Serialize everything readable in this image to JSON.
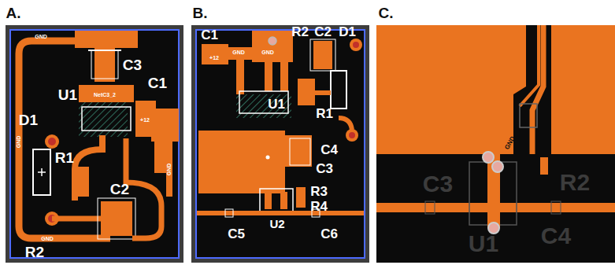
{
  "diagram": {
    "labels": [
      "A.",
      "B.",
      "C.",
      "C3",
      "U1",
      "C1",
      "D1",
      "R1",
      "C2",
      "R2",
      "GND",
      "GND",
      "GND",
      "+12",
      "NetC3_2",
      "GND",
      "C1",
      "R2",
      "C2",
      "D1",
      "U1",
      "R1",
      "C4",
      "C3",
      "R3",
      "R4",
      "U2",
      "C5",
      "C6",
      "GND",
      "GND",
      "+12",
      "C3",
      "R2",
      "U1",
      "C4",
      "GND"
    ]
  }
}
